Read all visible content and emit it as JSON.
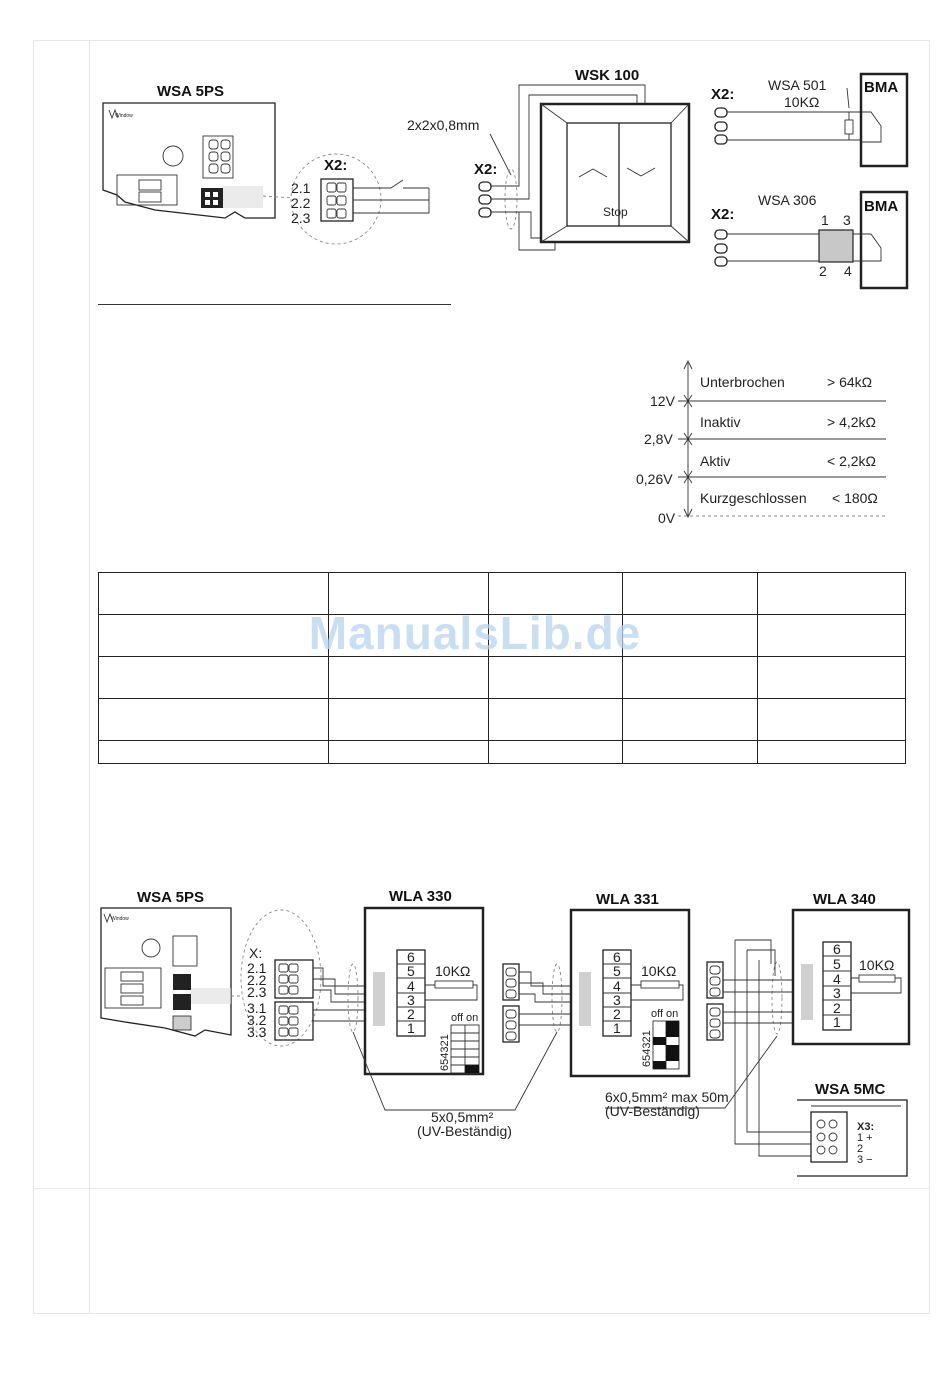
{
  "watermark": "ManualsLib.de",
  "fig1": {
    "wsa5ps_title": "WSA 5PS",
    "wsk100_title": "WSK 100",
    "cable": "2x2x0,8mm",
    "x2": "X2:",
    "pins": [
      "2.1",
      "2.2",
      "2.3"
    ],
    "stop": "Stop",
    "bma": "BMA",
    "wsa501": "WSA 501",
    "r10k": "10KΩ",
    "wsa306": "WSA 306",
    "wsa306_pins": [
      "1",
      "3",
      "2",
      "4"
    ]
  },
  "levels": {
    "states": [
      {
        "name": "Unterbrochen",
        "value": "> 64kΩ"
      },
      {
        "name": "Inaktiv",
        "value": "> 4,2kΩ"
      },
      {
        "name": "Aktiv",
        "value": "< 2,2kΩ"
      },
      {
        "name": "Kurzgeschlossen",
        "value": "< 180Ω"
      }
    ],
    "voltages": [
      "12V",
      "2,8V",
      "0,26V",
      "0V"
    ]
  },
  "table": {
    "rows": [
      [
        "",
        "",
        "",
        "",
        ""
      ],
      [
        "",
        "",
        "",
        "",
        ""
      ],
      [
        "",
        "",
        "",
        "",
        ""
      ],
      [
        "",
        "",
        "",
        "",
        ""
      ],
      [
        "",
        "",
        "",
        "",
        ""
      ]
    ]
  },
  "fig2": {
    "wsa5ps_title": "WSA 5PS",
    "wla330": "WLA 330",
    "wla331": "WLA 331",
    "wla340": "WLA 340",
    "wsa5mc": "WSA 5MC",
    "x_label": "X:",
    "pins": [
      "2.1",
      "2.2",
      "2.3",
      "3.1",
      "3.2",
      "3.3"
    ],
    "terms": [
      "6",
      "5",
      "4",
      "3",
      "2",
      "1"
    ],
    "r10k": "10KΩ",
    "dip_digits": "654321",
    "off": "off",
    "on": "on",
    "cable1_line1": "5x0,5mm²",
    "cable1_line2": "(UV-Beständig)",
    "cable2_line1": "6x0,5mm² max 50m",
    "cable2_line2": "(UV-Beständig)",
    "x3": "X3:",
    "x3_rows": [
      "1 +",
      "2",
      "3 −"
    ]
  }
}
